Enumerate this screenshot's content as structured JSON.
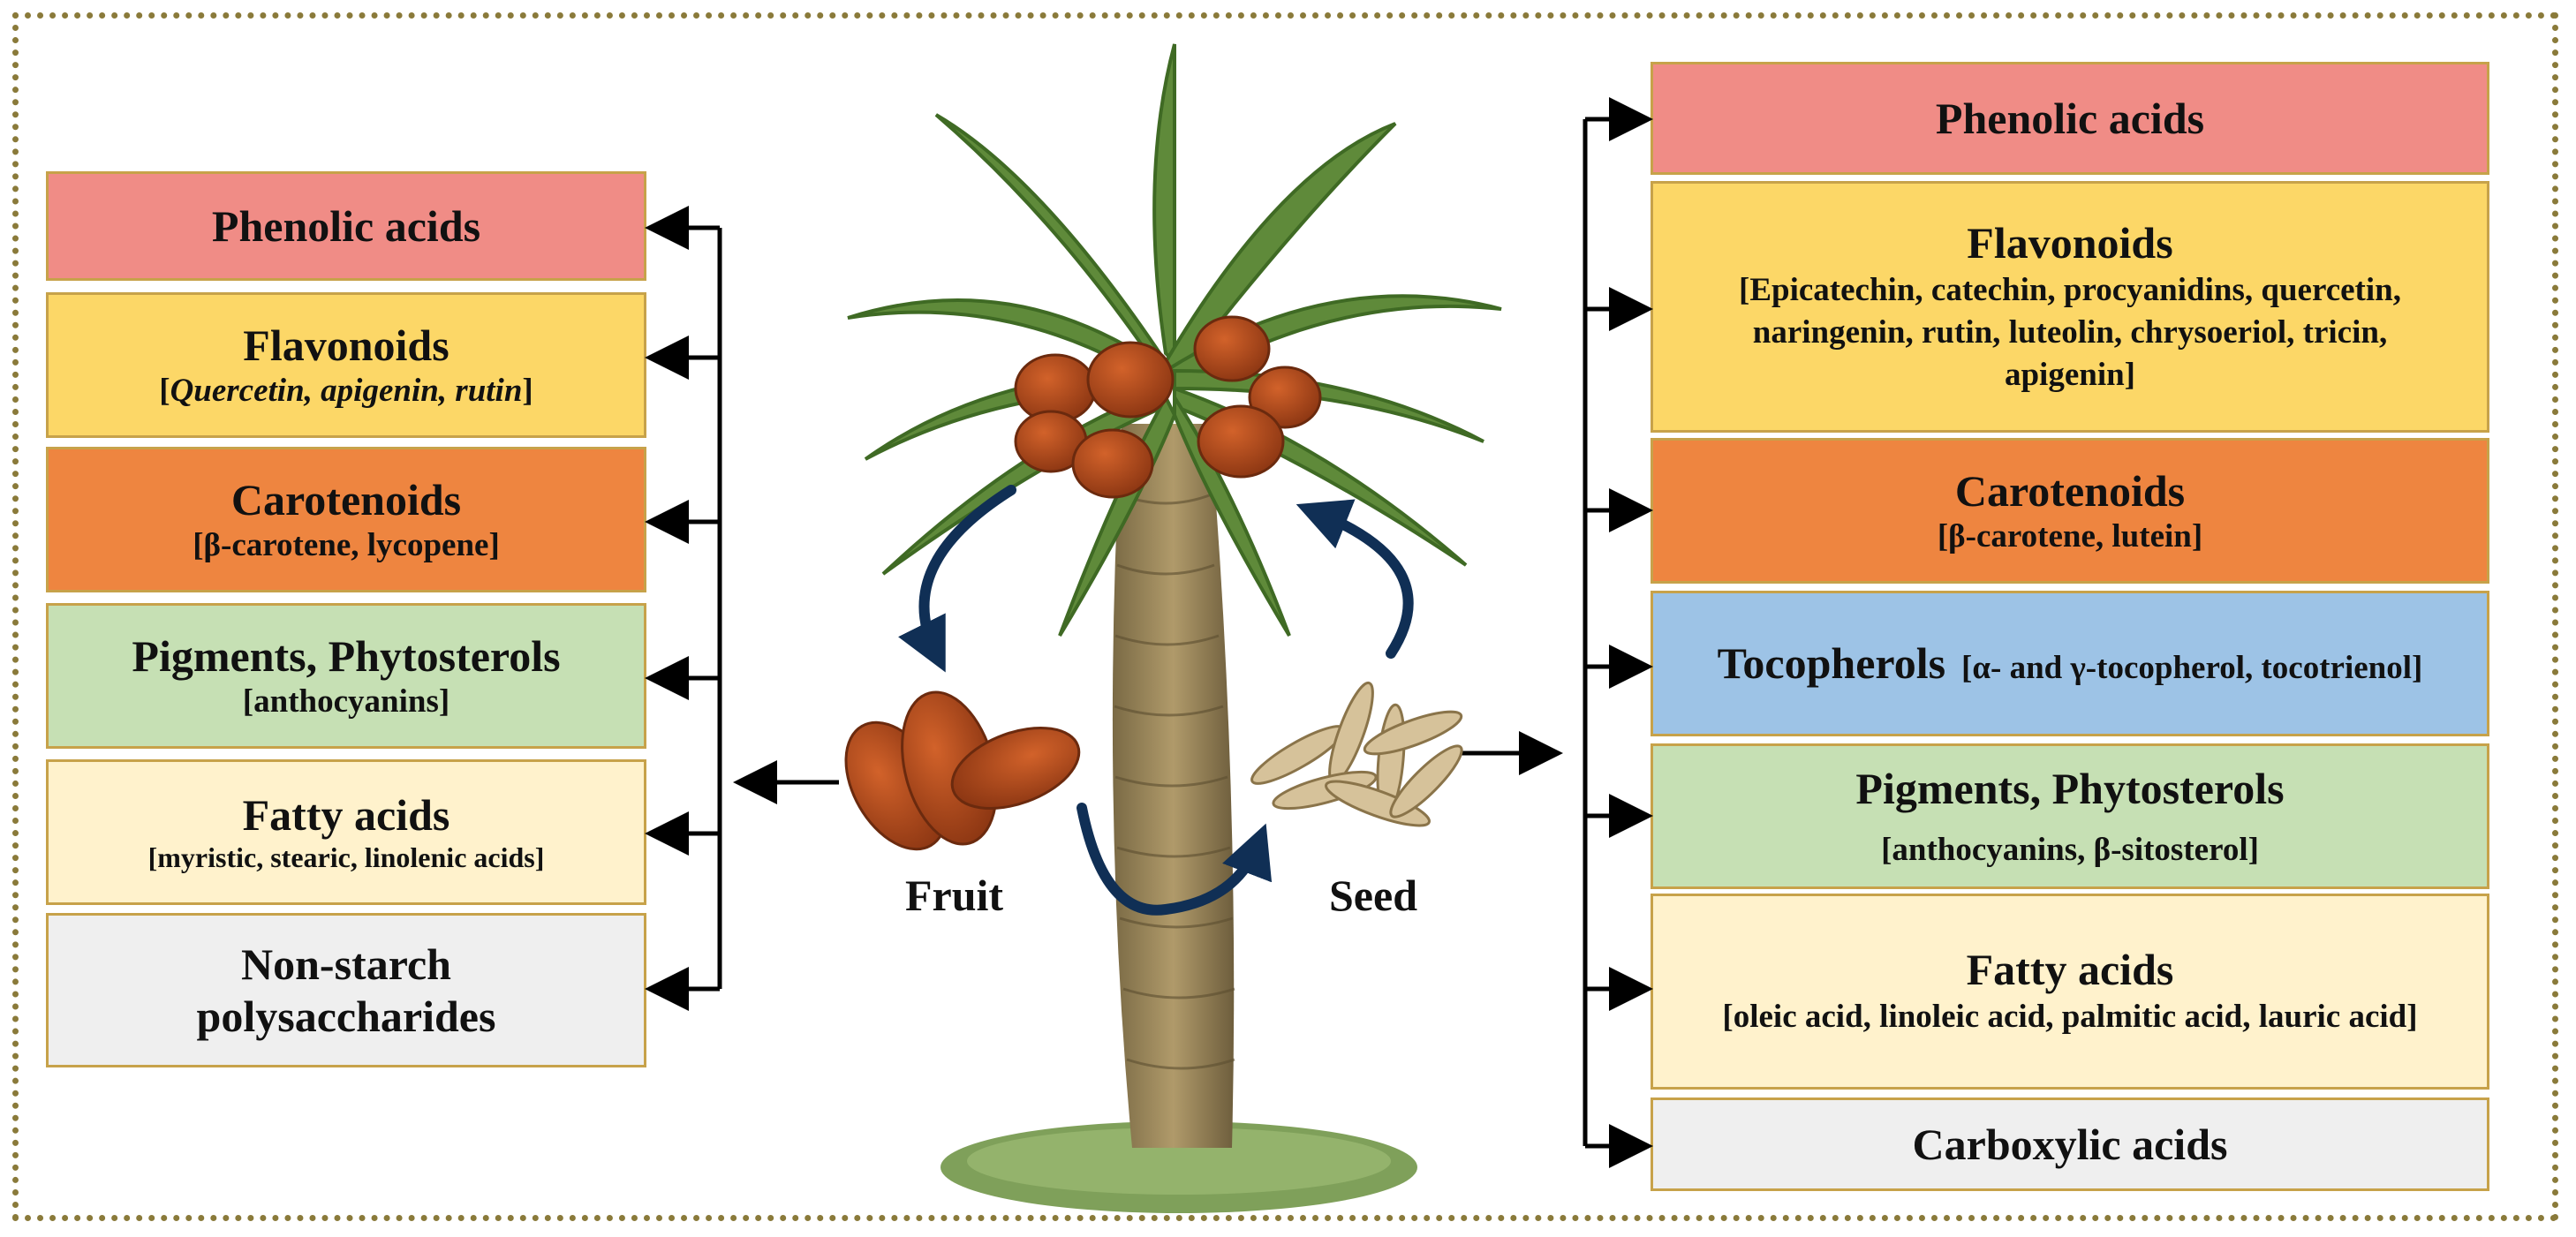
{
  "left": [
    {
      "title": "Phenolic acids",
      "color": "#f08c86"
    },
    {
      "title": "Flavonoids",
      "color": "#fcd767",
      "sub_italic": "Quercetin, apigenin, rutin"
    },
    {
      "title": "Carotenoids",
      "color": "#ee8540",
      "sub": "[β-carotene, lycopene]"
    },
    {
      "title": "Pigments, Phytosterols",
      "color": "#c6e0b4",
      "sub": "[anthocyanins]"
    },
    {
      "title": "Fatty acids",
      "color": "#fff2cc",
      "sub": "[myristic, stearic, linolenic acids]"
    },
    {
      "title": "Non-starch polysaccharides",
      "color": "#efefef"
    }
  ],
  "right": [
    {
      "title": "Phenolic acids",
      "color": "#f08c86"
    },
    {
      "title": "Flavonoids",
      "color": "#fcd767",
      "sub": "[Epicatechin, catechin, procyanidins, quercetin, naringenin, rutin, luteolin, chrysoeriol, tricin, apigenin]"
    },
    {
      "title": "Carotenoids",
      "color": "#ee8540",
      "sub": "[β-carotene, lutein]"
    },
    {
      "title": "Tocopherols",
      "color": "#9dc3e6",
      "sub": "[α- and γ-tocopherol, tocotrienol]"
    },
    {
      "title": "Pigments, Phytosterols",
      "color": "#c6e0b4",
      "sub": "[anthocyanins, β-sitosterol]"
    },
    {
      "title": "Fatty acids",
      "color": "#fff2cc",
      "sub": "[oleic acid, linoleic acid, palmitic acid, lauric acid]"
    },
    {
      "title": "Carboxylic acids",
      "color": "#efefef"
    }
  ],
  "labels": {
    "fruit": "Fruit",
    "seed": "Seed"
  },
  "colors": {
    "frame": "#8a7a3a",
    "box_border": "#c7a24a",
    "arrow": "#000000",
    "curve_arrow": "#102f55"
  }
}
